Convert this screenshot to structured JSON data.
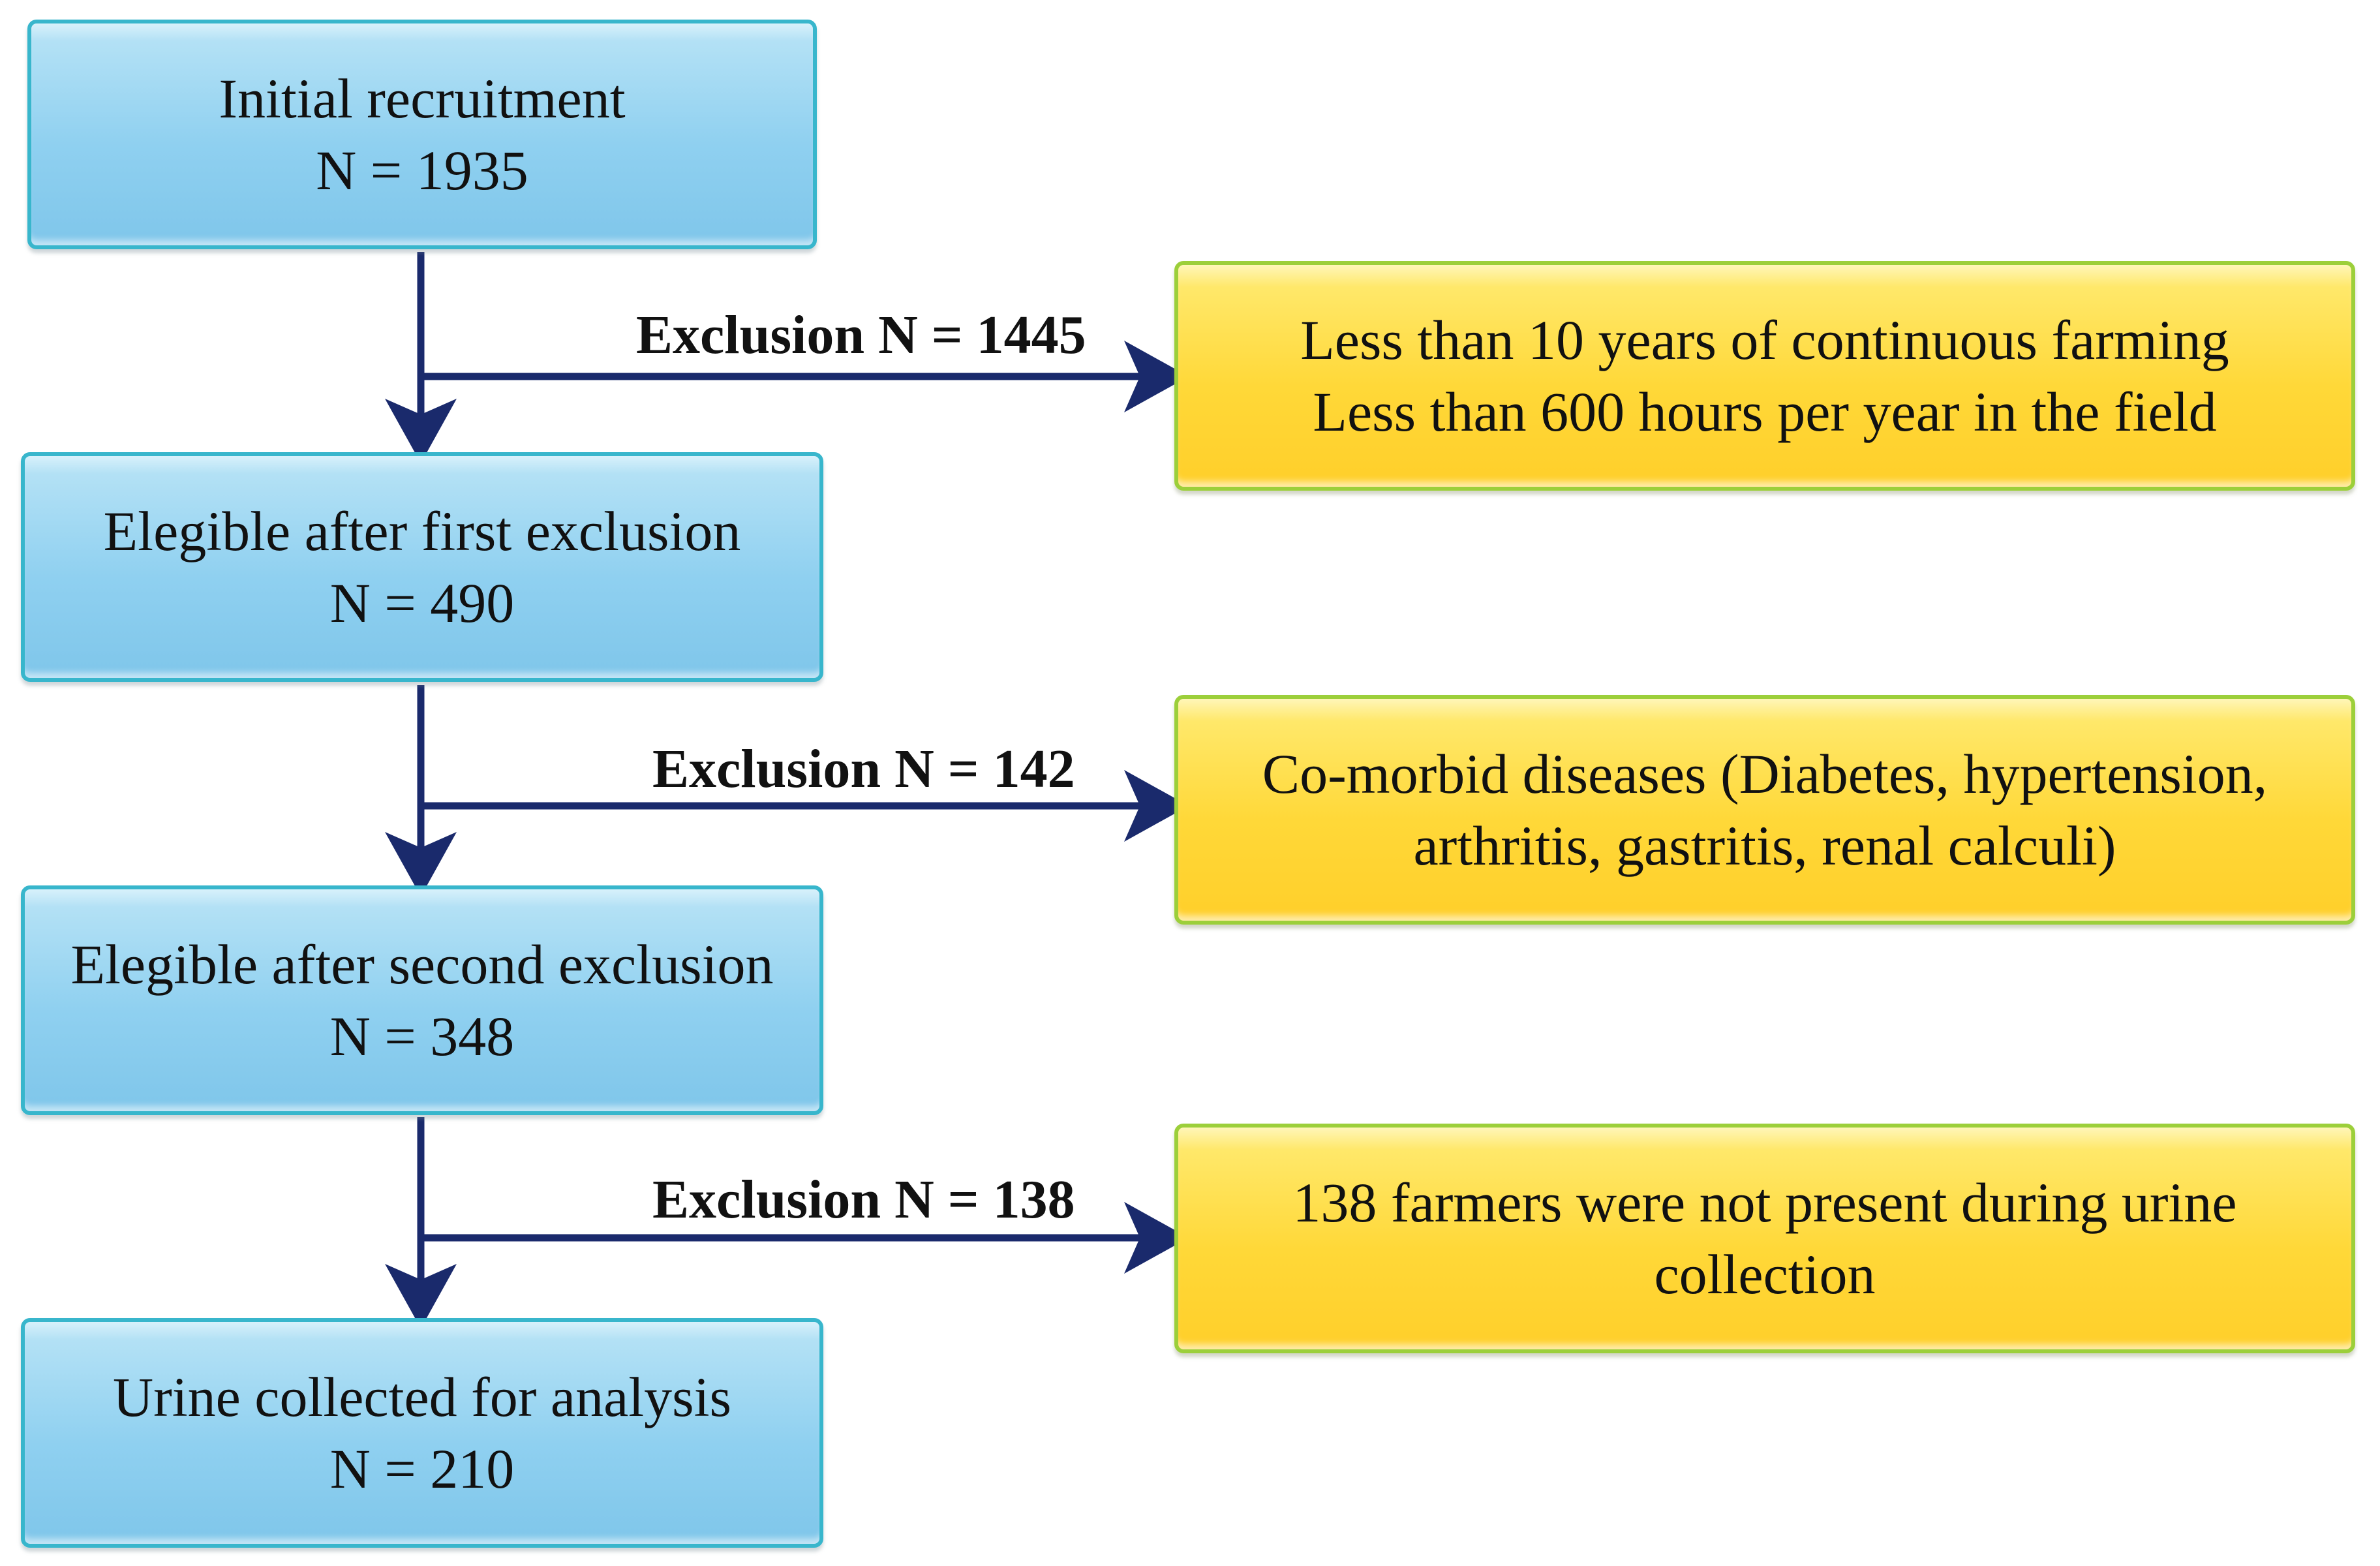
{
  "flow_boxes": [
    {
      "title": "Initial recruitment",
      "count": "N = 1935"
    },
    {
      "title": "Elegible after first exclusion",
      "count": "N = 490"
    },
    {
      "title": "Elegible after second exclusion",
      "count": "N = 348"
    },
    {
      "title": "Urine collected for analysis",
      "count": "N = 210"
    }
  ],
  "exclusions": [
    {
      "label": "Exclusion N = 1445",
      "reason_lines": [
        "Less than 10 years of continuous farming",
        "Less than 600 hours per year in the field"
      ]
    },
    {
      "label": "Exclusion N = 142",
      "reason_lines": [
        "Co-morbid diseases (Diabetes, hypertension,",
        "arthritis, gastritis, renal calculi)"
      ]
    },
    {
      "label": "Exclusion N = 138",
      "reason_lines": [
        "138 farmers were not present during urine",
        "collection"
      ]
    }
  ],
  "colors": {
    "flow_box_fill": "#8fd0f0",
    "flow_box_border": "#38b6cc",
    "exclusion_box_fill": "#ffd838",
    "exclusion_box_border": "#9ccf3a",
    "arrow": "#1a2a6c"
  }
}
